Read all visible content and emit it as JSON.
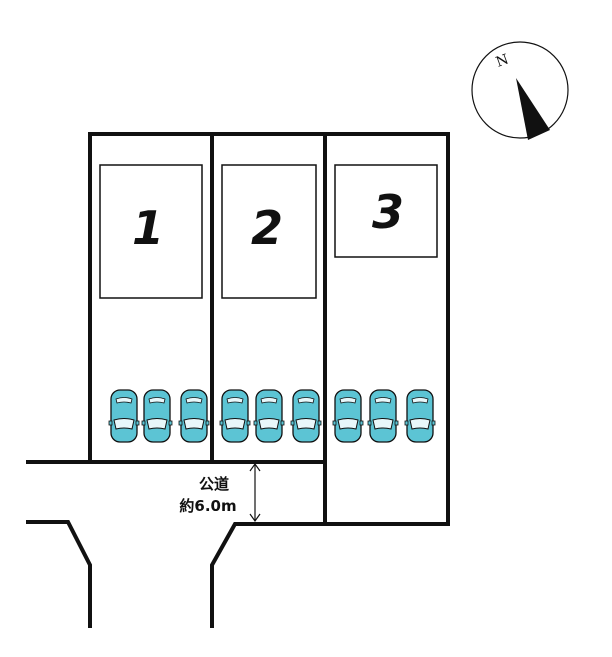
{
  "lots": [
    {
      "label": "1"
    },
    {
      "label": "2"
    },
    {
      "label": "3"
    }
  ],
  "road": {
    "type_label": "公道",
    "width_label": "約6.0m"
  },
  "compass": {
    "label": "N"
  },
  "parking": {
    "count": 9,
    "cars_per_lot": 3
  },
  "colors": {
    "line": "#111111",
    "car_body": "#5cc4d4",
    "car_glass": "#e8f7fa",
    "background": "#ffffff"
  }
}
